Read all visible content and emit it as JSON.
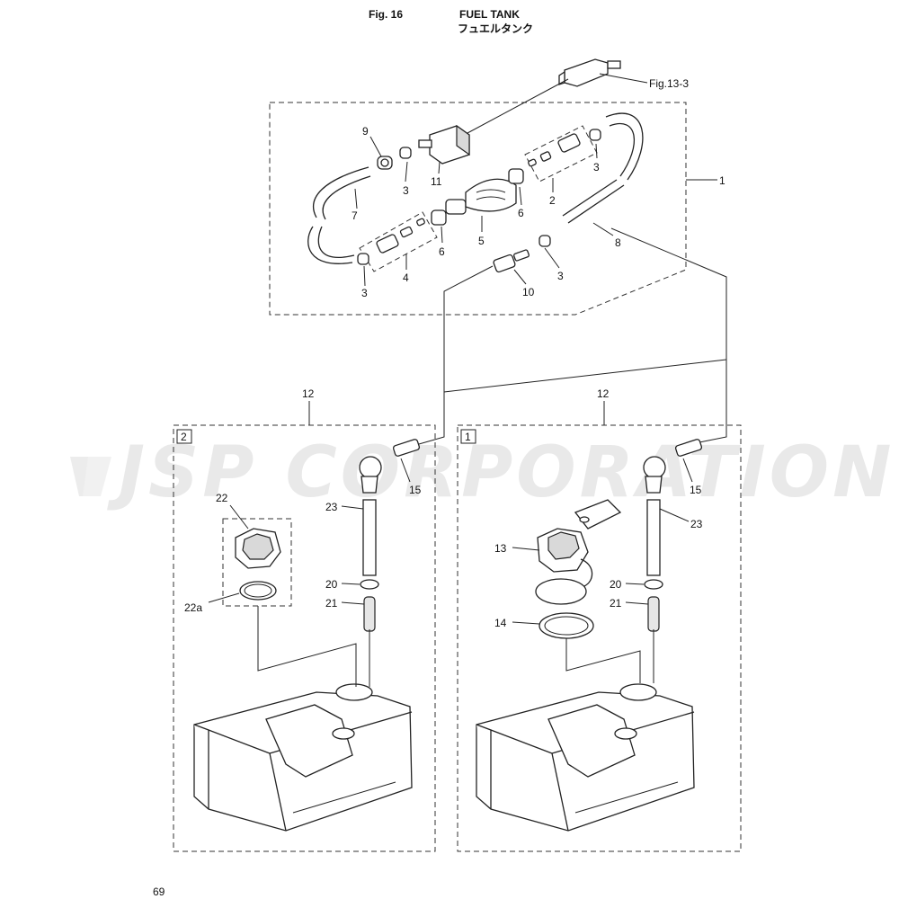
{
  "header": {
    "fig_label": "Fig. 16",
    "title": "FUEL TANK",
    "subtitle": "フュエルタンク"
  },
  "watermark": "JSP CORPORATION",
  "page_number": "69",
  "reference": "Fig.13-3",
  "variants": {
    "left": "2",
    "right": "1"
  },
  "callouts": {
    "c1": "1",
    "c2": "2",
    "c3a": "3",
    "c3b": "3",
    "c3c": "3",
    "c3d": "3",
    "c4": "4",
    "c5": "5",
    "c6a": "6",
    "c6b": "6",
    "c7": "7",
    "c8": "8",
    "c9": "9",
    "c10": "10",
    "c11": "11",
    "c12a": "12",
    "c12b": "12",
    "c13": "13",
    "c14": "14",
    "c15a": "15",
    "c15b": "15",
    "c20a": "20",
    "c20b": "20",
    "c21a": "21",
    "c21b": "21",
    "c22": "22",
    "c22a": "22a",
    "c23a": "23",
    "c23b": "23"
  }
}
